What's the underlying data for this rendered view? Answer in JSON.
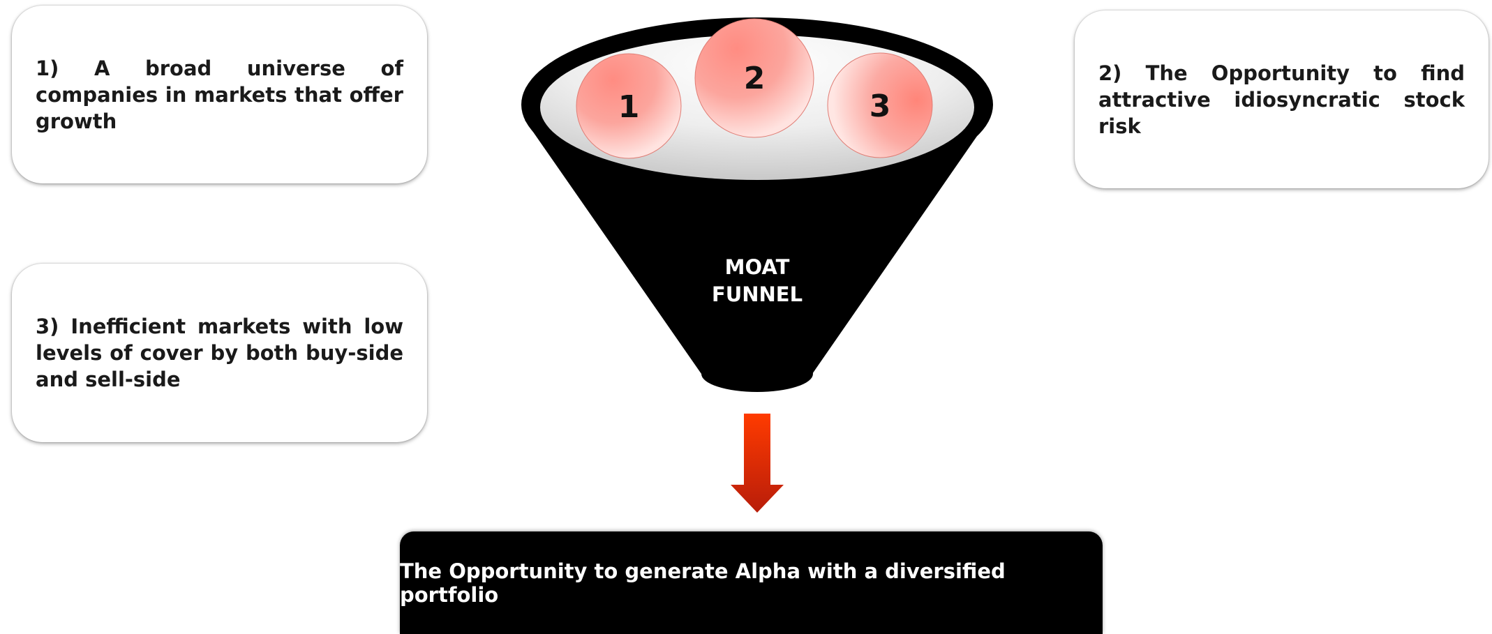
{
  "cards": {
    "one": "1) A broad universe of companies in markets that offer growth",
    "two": "2) The Opportunity to find attractive idiosyncratic stock risk",
    "three": "3) Inefficient markets with low levels of cover by both buy-side and sell-side"
  },
  "funnel": {
    "label_line1": "MOAT",
    "label_line2": "FUNNEL",
    "balls": [
      "1",
      "2",
      "3"
    ]
  },
  "result": "The Opportunity to generate Alpha with a diversified portfolio",
  "colors": {
    "funnel": "#000000",
    "ball": "#f98e86",
    "arrow_top": "#ff3b00",
    "arrow_bottom": "#b81d0a"
  }
}
